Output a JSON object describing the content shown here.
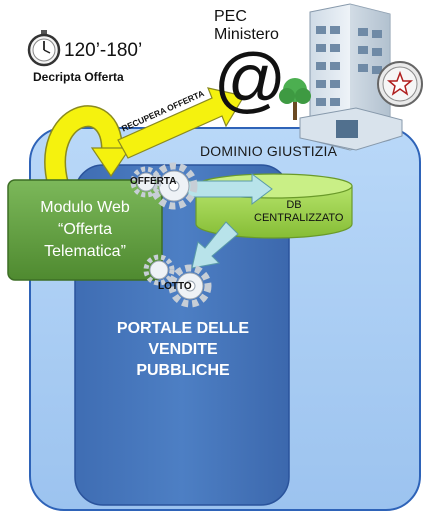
{
  "timer": {
    "label": "120’-180’",
    "caption": "Decripta Offerta"
  },
  "pec": {
    "line1": "PEC",
    "line2": "Ministero"
  },
  "domain": {
    "label": "DOMINIO GIUSTIZIA"
  },
  "module": {
    "label": "Modulo Web “Offerta Telematica”"
  },
  "portal": {
    "label": "PORTALE DELLE VENDITE PUBBLICHE"
  },
  "db": {
    "label": "DB CENTRALIZZATO"
  },
  "gears": {
    "offerta": "OFFERTA",
    "lotto": "LOTTO"
  },
  "arrow": {
    "recupera": "RECUPERA OFFERTA"
  },
  "icons": [
    "stopwatch-icon",
    "at-sign-icon",
    "building-icon",
    "tree-icon",
    "emblem-icon",
    "gear-icon"
  ],
  "colors": {
    "domain_fill": "#a9cdf5",
    "portal_fill": "#4472b8",
    "module_fill": "#5f9e3e",
    "arrow_yellow": "#f5f20e",
    "db_fill": "#9fd24b"
  }
}
